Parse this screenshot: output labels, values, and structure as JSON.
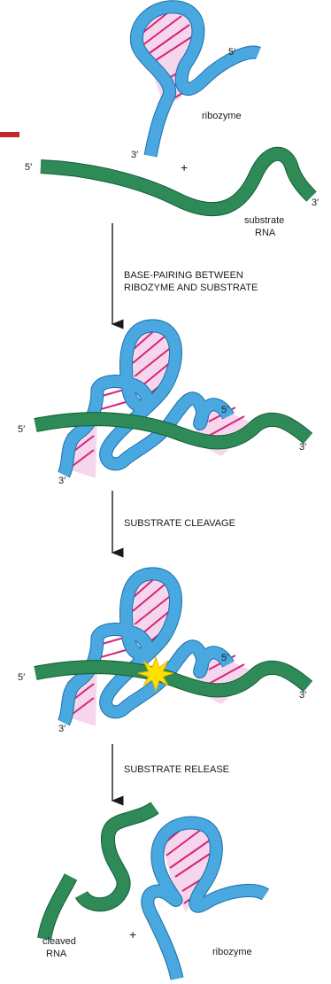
{
  "labels": {
    "top_ribozyme_5": "5′",
    "top_ribozyme_3": "3′",
    "top_ribozyme": "ribozyme",
    "plus_1": "+",
    "substrate_5": "5′",
    "substrate_3": "3′",
    "substrate_rna_1": "substrate",
    "substrate_rna_2": "RNA",
    "step1_line1": "BASE-PAIRING BETWEEN",
    "step1_line2": "RIBOZYME AND SUBSTRATE",
    "c1_left_5": "5′",
    "c1_inner_5": "5′",
    "c1_right_3": "3′",
    "c1_bottom_3": "3′",
    "step2": "SUBSTRATE CLEAVAGE",
    "c2_left_5": "5′",
    "c2_inner_5": "5′",
    "c2_right_3": "3′",
    "c2_bottom_3": "3′",
    "step3": "SUBSTRATE RELEASE",
    "cleaved_1": "cleaved",
    "cleaved_2": "RNA",
    "plus_2": "+",
    "bottom_ribozyme": "ribozyme"
  },
  "colors": {
    "ribozyme_strand": "#4aa8e0",
    "substrate_strand": "#2e8b57",
    "base_pairs": "#d6247a",
    "loop_fill": "#f6d6ec",
    "cleavage_star": "#ffe000",
    "page_marker": "#c0282b"
  }
}
